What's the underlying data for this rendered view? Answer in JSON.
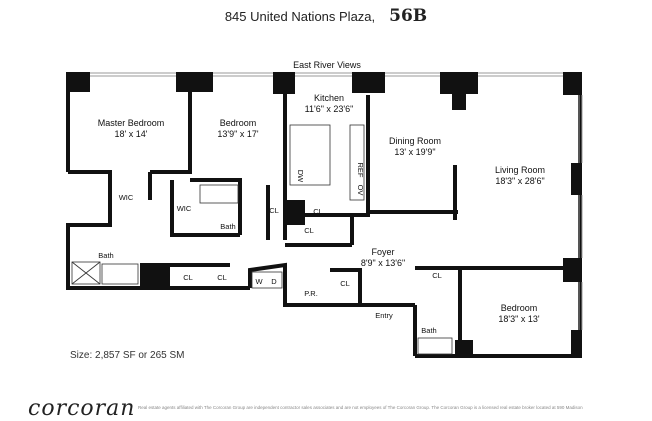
{
  "header": {
    "address": "845 United Nations Plaza,",
    "unit": "56B"
  },
  "view_label": "East River Views",
  "rooms": {
    "master": {
      "name": "Master Bedroom",
      "dims": "18' x 14'"
    },
    "bedroom1": {
      "name": "Bedroom",
      "dims": "13'9\" x 17'"
    },
    "kitchen": {
      "name": "Kitchen",
      "dims": "11'6\" x 23'6\""
    },
    "dining": {
      "name": "Dining Room",
      "dims": "13' x 19'9\""
    },
    "living": {
      "name": "Living Room",
      "dims": "18'3\" x 28'6\""
    },
    "foyer": {
      "name": "Foyer",
      "dims": "8'9\" x 13'6\""
    },
    "bedroom2": {
      "name": "Bedroom",
      "dims": "18'3\" x 13'"
    }
  },
  "fixtures": {
    "wic": "WIC",
    "bath": "Bath",
    "cl": "CL",
    "dw": "DW",
    "ref": "REF",
    "ov": "OV",
    "w": "W",
    "d": "D",
    "pr": "P.R.",
    "entry": "Entry"
  },
  "size": "Size: 2,857 SF or 265 SM",
  "footer": {
    "logo": "corcoran",
    "disclaimer": "Real estate agents affiliated with The Corcoran Group are independent contractor sales associates and are not employees of The Corcoran Group. The Corcoran Group is a licensed real estate broker located at 590 Madison"
  }
}
